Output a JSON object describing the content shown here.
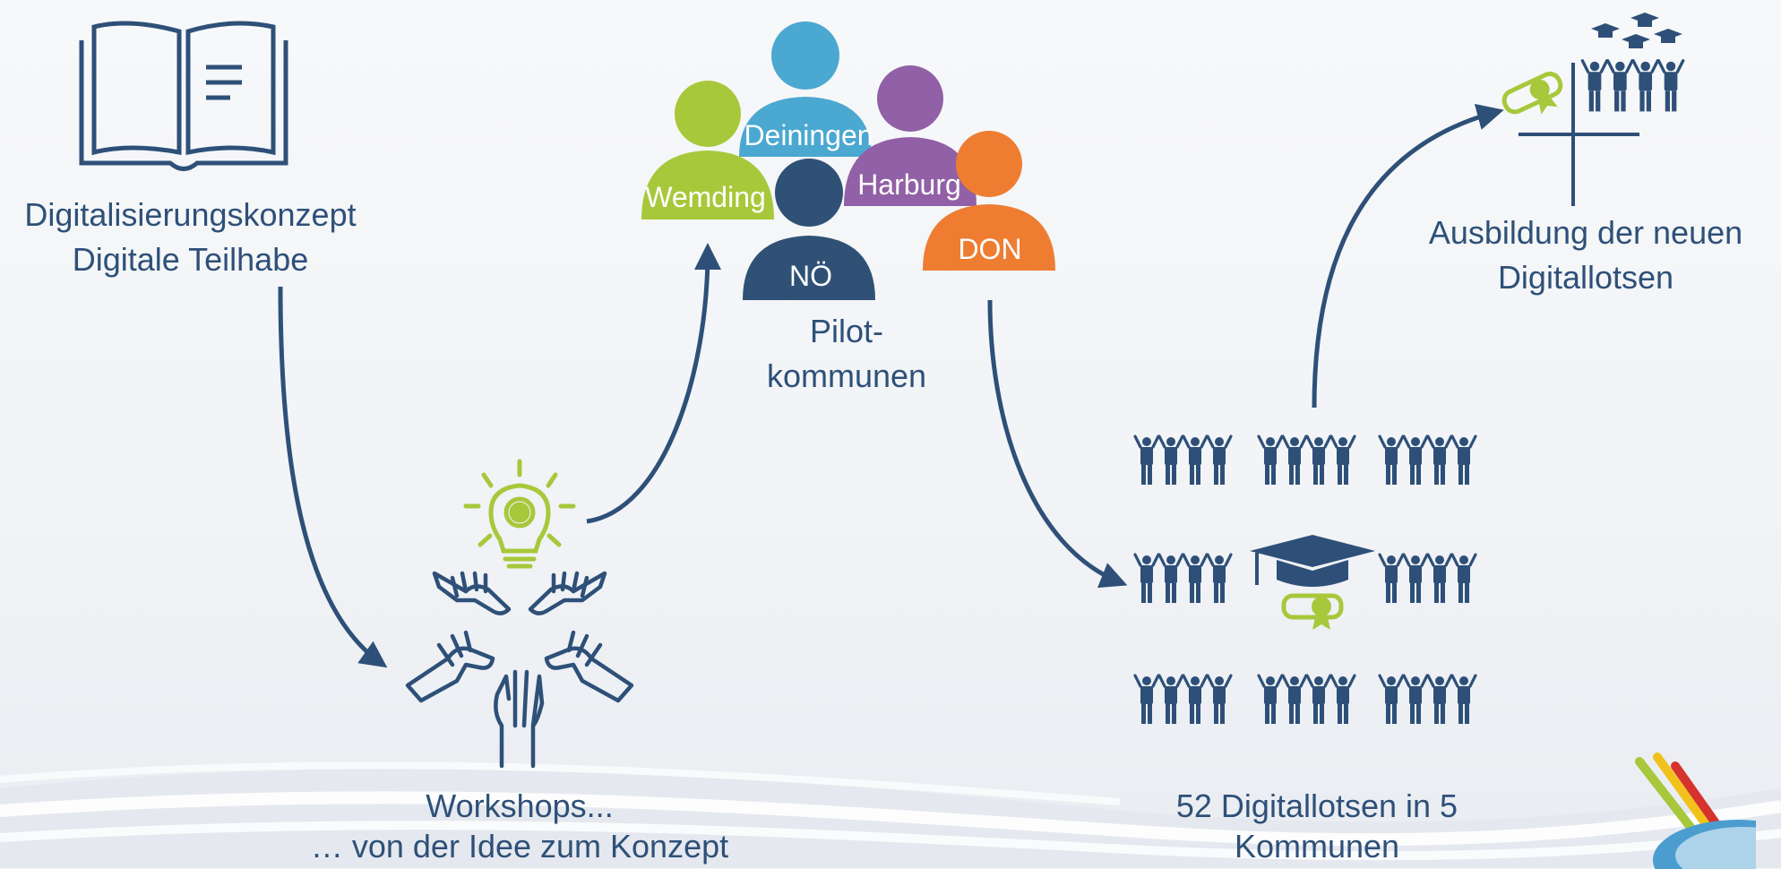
{
  "colors": {
    "navy": "#2e5078",
    "green": "#a7c83b",
    "blue": "#4ba8d0",
    "purple": "#9160a6",
    "orange": "#ee7d32",
    "dark": "#2f5175"
  },
  "concept": {
    "line1": "Digitalisierungskonzept",
    "line2": "Digitale Teilhabe",
    "icon": "open-book-icon"
  },
  "workshops": {
    "line1": "Workshops...",
    "line2": "… von der Idee zum Konzept",
    "icon": "hands-lightbulb-icon"
  },
  "pilots": {
    "line1": "Pilot-",
    "line2": "kommunen",
    "people": [
      "Deiningen",
      "Wemding",
      "Harburg",
      "DON",
      "NÖ"
    ]
  },
  "guides": {
    "line1": "52 Digitallotsen in 5",
    "line2": "Kommunen",
    "icon": "graduation-crowd-icon"
  },
  "training": {
    "line1": "Ausbildung der neuen",
    "line2": "Digitallotsen",
    "icon": "diploma-crowd-icon"
  }
}
